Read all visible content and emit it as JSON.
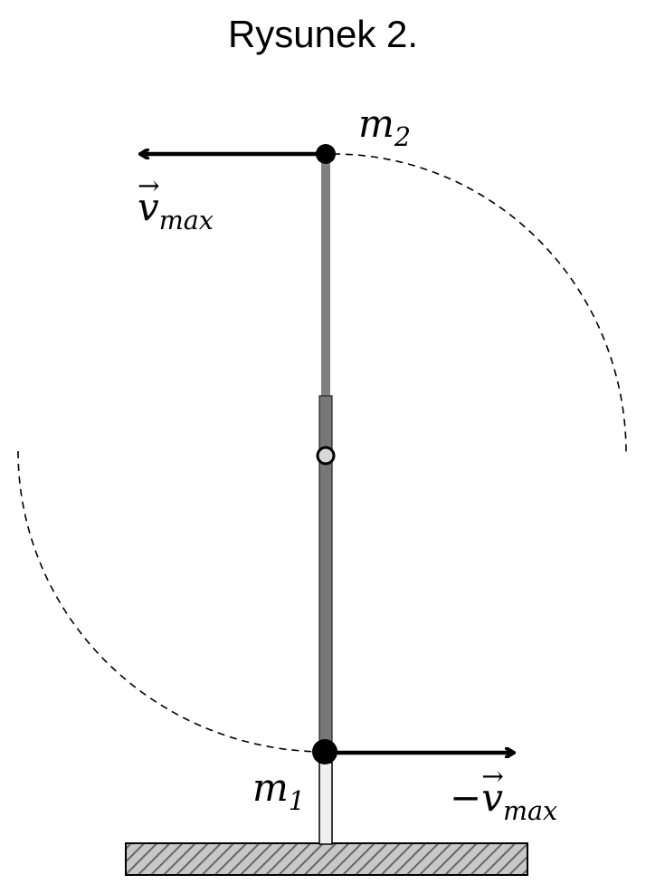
{
  "figure": {
    "title": "Rysunek 2.",
    "labels": {
      "mass_top": {
        "symbol": "m",
        "subscript": "2"
      },
      "mass_bottom": {
        "symbol": "m",
        "subscript": "1"
      },
      "velocity_top": {
        "prefix": "",
        "symbol": "v",
        "subscript": "max"
      },
      "velocity_bottom": {
        "prefix": "−",
        "symbol": "v",
        "subscript": "max"
      }
    },
    "colors": {
      "rod_upper": "#808080",
      "rod_lower": "#777777",
      "hatch_base": "#c8c8c8",
      "hatch_line": "#666666",
      "ink": "#000000"
    }
  }
}
